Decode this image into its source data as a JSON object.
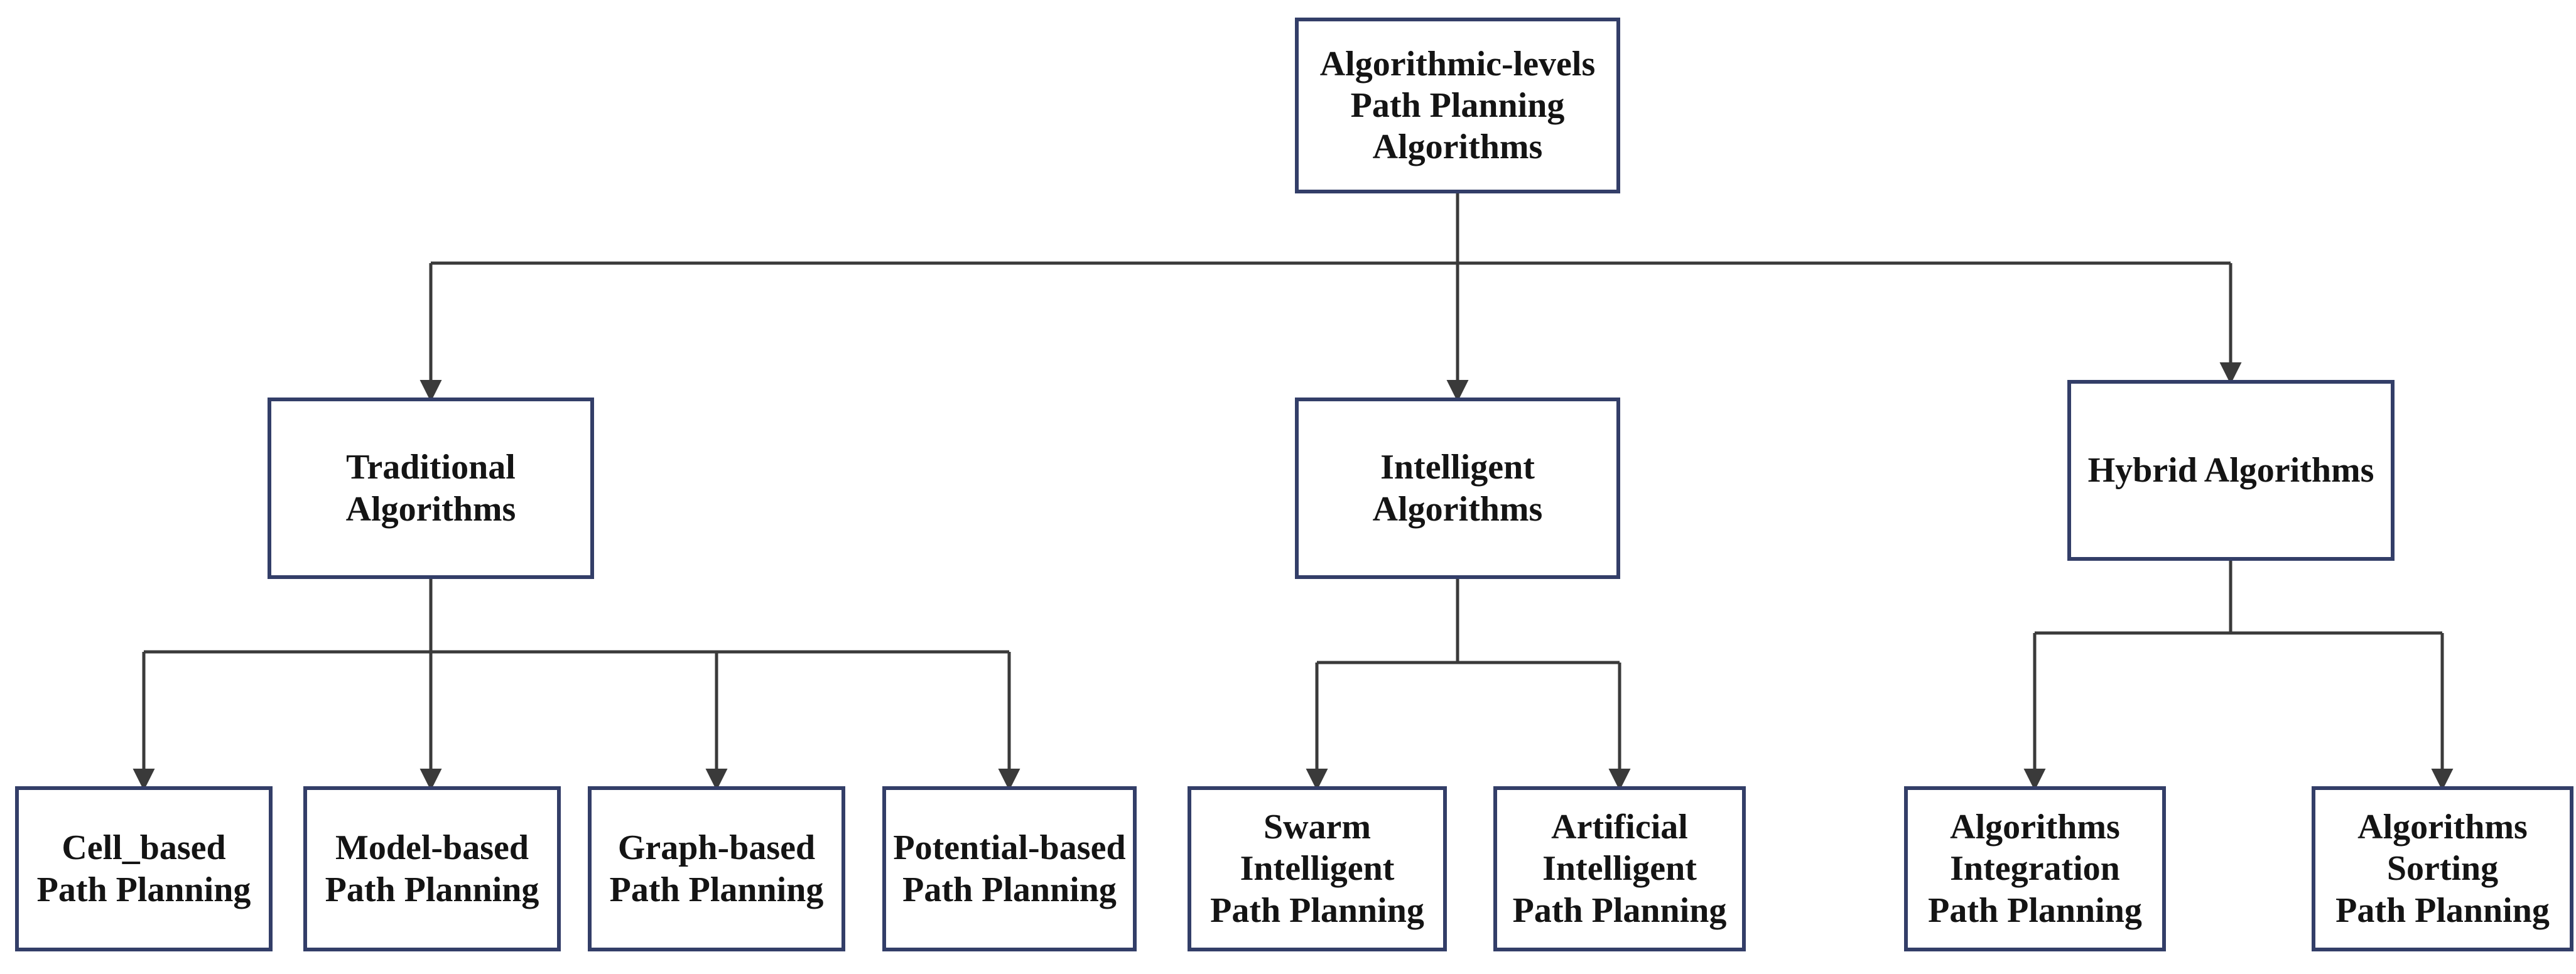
{
  "diagram_title": "Algorithmic-levels Path Planning Algorithms",
  "nodes": {
    "root": {
      "label": "Algorithmic-levels\nPath Planning\nAlgorithms"
    },
    "traditional": {
      "label": "Traditional\nAlgorithms"
    },
    "intelligent": {
      "label": "Intelligent\nAlgorithms"
    },
    "hybrid": {
      "label": "Hybrid Algorithms"
    },
    "cell": {
      "label": "Cell_based\nPath Planning"
    },
    "model": {
      "label": "Model-based\nPath Planning"
    },
    "graph": {
      "label": "Graph-based\nPath Planning"
    },
    "potential": {
      "label": "Potential-based\nPath Planning"
    },
    "swarm": {
      "label": "Swarm\nIntelligent\nPath Planning"
    },
    "artificial": {
      "label": "Artificial\nIntelligent\nPath Planning"
    },
    "integration": {
      "label": "Algorithms\nIntegration\nPath Planning"
    },
    "sorting": {
      "label": "Algorithms\nSorting\nPath Planning"
    }
  },
  "edges": [
    {
      "from": "root",
      "to": "traditional"
    },
    {
      "from": "root",
      "to": "intelligent"
    },
    {
      "from": "root",
      "to": "hybrid"
    },
    {
      "from": "traditional",
      "to": "cell"
    },
    {
      "from": "traditional",
      "to": "model"
    },
    {
      "from": "traditional",
      "to": "graph"
    },
    {
      "from": "traditional",
      "to": "potential"
    },
    {
      "from": "intelligent",
      "to": "swarm"
    },
    {
      "from": "intelligent",
      "to": "artificial"
    },
    {
      "from": "hybrid",
      "to": "integration"
    },
    {
      "from": "hybrid",
      "to": "sorting"
    }
  ],
  "colors": {
    "box_border": "#333e68",
    "connector": "#3a3a3a",
    "text": "#141414",
    "background": "#ffffff"
  }
}
